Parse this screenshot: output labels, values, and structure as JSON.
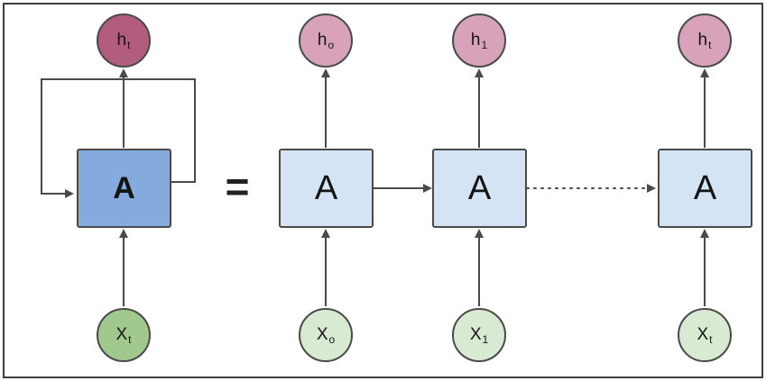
{
  "equals": "=",
  "rolled": {
    "h": {
      "label": "h",
      "sub": "t"
    },
    "a": "A",
    "x": {
      "label": "X",
      "sub": "t"
    }
  },
  "unrolled": [
    {
      "h": {
        "label": "h",
        "sub": "o"
      },
      "a": "A",
      "x": {
        "label": "X",
        "sub": "o"
      }
    },
    {
      "h": {
        "label": "h",
        "sub": "1"
      },
      "a": "A",
      "x": {
        "label": "X",
        "sub": "1"
      }
    },
    {
      "h": {
        "label": "h",
        "sub": "t"
      },
      "a": "A",
      "x": {
        "label": "X",
        "sub": "t"
      }
    }
  ],
  "colors": {
    "h_dark": "#b25c7f",
    "h_light": "#d9a2bb",
    "a_dark": "#85aade",
    "a_light": "#d4e4f5",
    "x_dark": "#a2c98d",
    "x_light": "#d9ead2",
    "stroke": "#4a4a4a",
    "line": "#4a4a4a",
    "background": "#ffffff"
  }
}
